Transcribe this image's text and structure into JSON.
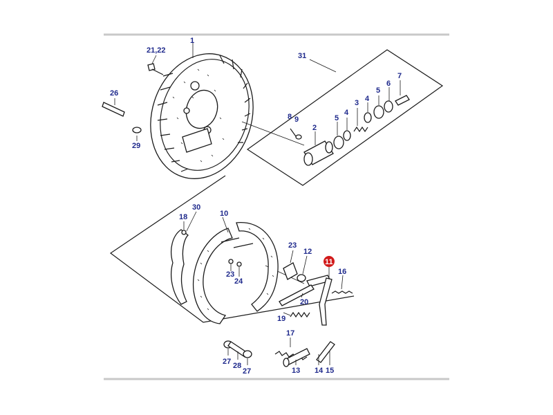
{
  "colors": {
    "label": "#1f2a8c",
    "highlight": "#d11a1a",
    "highlight_text": "#ffffff",
    "border": "#c8c8c8",
    "line": "#1a1a1a"
  },
  "highlighted_part": "11",
  "labels": {
    "p1": "1",
    "p21_22": "21,22",
    "p26": "26",
    "p29": "29",
    "p31": "31",
    "p8": "8",
    "p9": "9",
    "p2": "2",
    "p5a": "5",
    "p4a": "4",
    "p3": "3",
    "p4b": "4",
    "p5b": "5",
    "p6": "6",
    "p7": "7",
    "p30": "30",
    "p10": "10",
    "p18": "18",
    "p23a": "23",
    "p24": "24",
    "p23b": "23",
    "p12": "12",
    "p11": "11",
    "p16": "16",
    "p20": "20",
    "p19": "19",
    "p17": "17",
    "p27a": "27",
    "p28": "28",
    "p27b": "27",
    "p13": "13",
    "p14": "14",
    "p15": "15"
  }
}
